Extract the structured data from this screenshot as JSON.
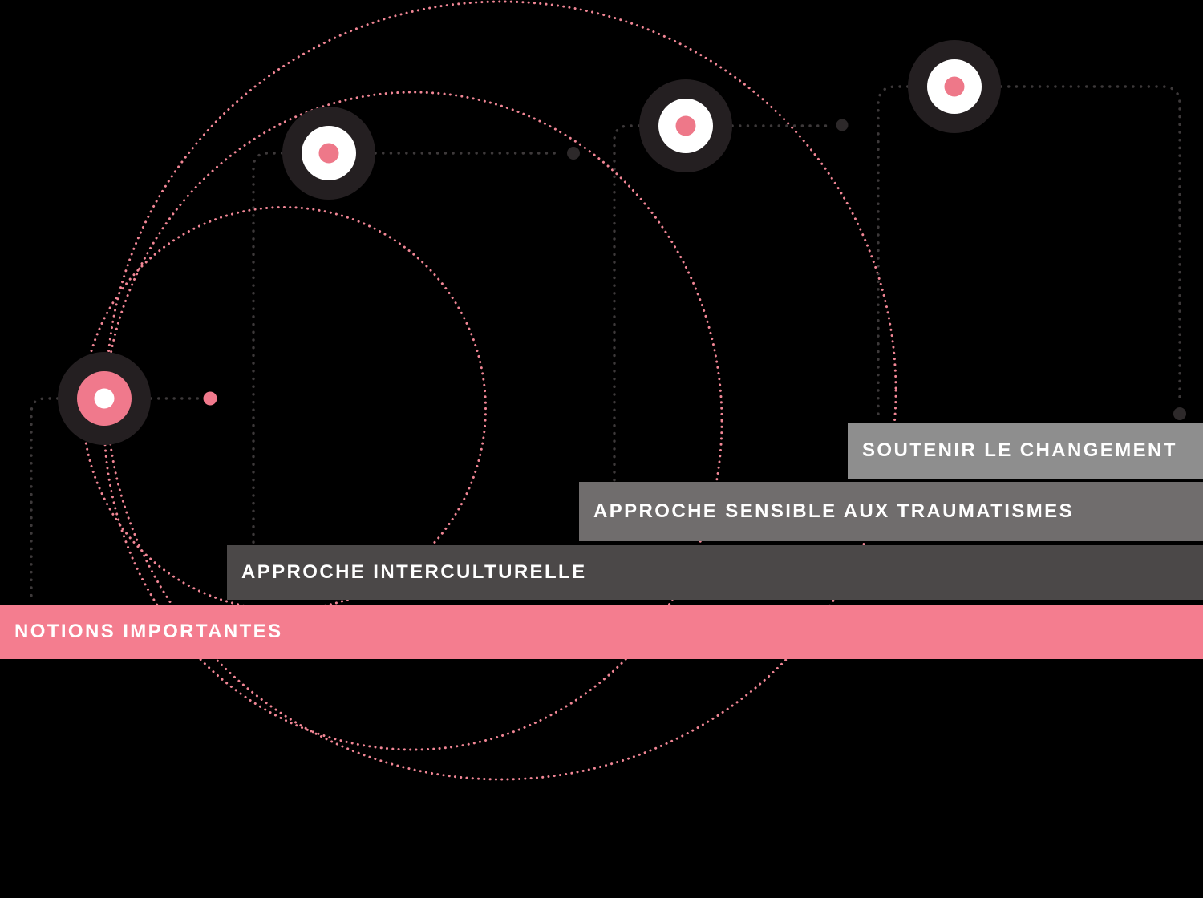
{
  "diagram": {
    "type": "orbit-timeline",
    "background_color": "#000000",
    "accent_pink": "#F47D8F",
    "orbit_dot_color": "#F18695",
    "connector_dot_color": "#3D393A",
    "node_ring_color": "#241F21",
    "bars": [
      {
        "label": "SOUTENIR LE CHANGEMENT",
        "color": "#8E8E8E",
        "highlighted": false
      },
      {
        "label": "APPROCHE SENSIBLE AUX TRAUMATISMES",
        "color": "#706D6D",
        "highlighted": false
      },
      {
        "label": "APPROCHE INTERCULTURELLE",
        "color": "#4B4848",
        "highlighted": false
      },
      {
        "label": "NOTIONS IMPORTANTES",
        "color": "#F47D8F",
        "highlighted": true
      }
    ],
    "nodes": [
      {
        "name": "notions-importantes-node",
        "style": "highlighted",
        "inner_color": "#F0798C",
        "center_color": "#FFFFFF"
      },
      {
        "name": "approche-interculturelle-node",
        "style": "default",
        "inner_color": "#FFFFFF",
        "center_color": "#EE7889"
      },
      {
        "name": "approche-sensible-node",
        "style": "default",
        "inner_color": "#FFFFFF",
        "center_color": "#EE7889"
      },
      {
        "name": "soutenir-changement-node",
        "style": "default",
        "inner_color": "#FFFFFF",
        "center_color": "#EE7889"
      }
    ]
  }
}
